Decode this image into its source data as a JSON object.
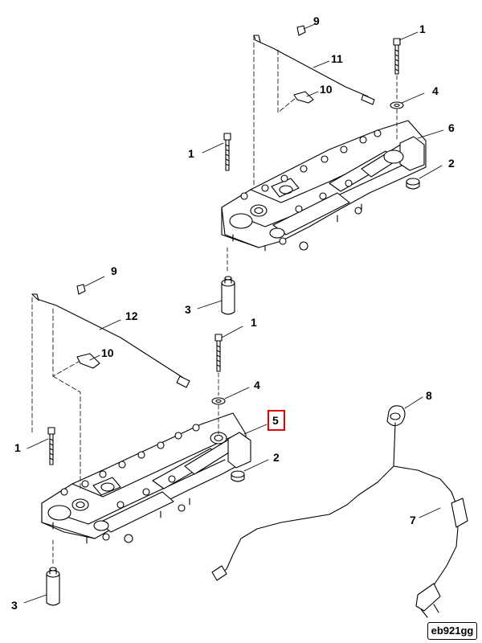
{
  "diagram": {
    "callouts_upper": {
      "c1_top": "1",
      "c9": "9",
      "c11": "11",
      "c10": "10",
      "c4": "4",
      "c6": "6",
      "c1_left": "1",
      "c2": "2",
      "c3": "3"
    },
    "callouts_lower": {
      "c9": "9",
      "c12": "12",
      "c10": "10",
      "c1_right": "1",
      "c4": "4",
      "c5": "5",
      "c1_left": "1",
      "c2": "2",
      "c3": "3",
      "c8": "8",
      "c7": "7"
    },
    "highlight_color": "#e00000",
    "reference_code": "eb921gg"
  }
}
